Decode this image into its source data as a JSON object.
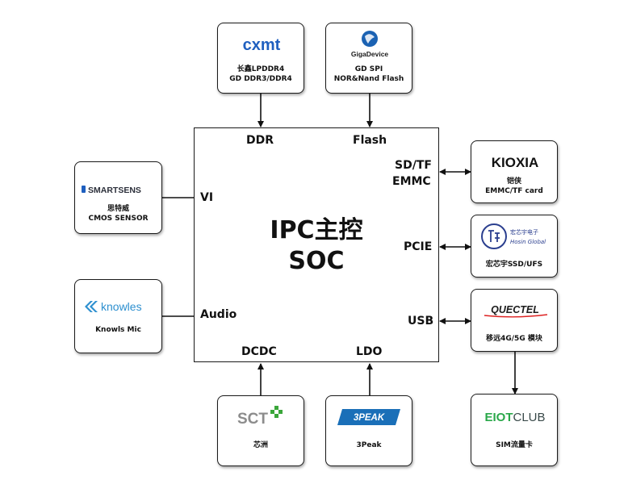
{
  "soc": {
    "title_line1": "IPC主控",
    "title_line2": "SOC"
  },
  "ports": {
    "ddr": "DDR",
    "flash": "Flash",
    "sdtf": "SD/TF",
    "emmc": "EMMC",
    "vi": "VI",
    "pcie": "PCIE",
    "audio": "Audio",
    "usb": "USB",
    "dcdc": "DCDC",
    "ldo": "LDO"
  },
  "vendors": {
    "cxmt": {
      "logo": "cxmt",
      "line1": "长鑫LPDDR4",
      "line2": "GD DDR3/DDR4"
    },
    "gigadevice": {
      "logo": "GigaDevice",
      "line1": "GD SPI",
      "line2": "NOR&Nand Flash"
    },
    "smartsens": {
      "logo": "SMARTSENS",
      "line1": "思特威",
      "line2": "CMOS SENSOR"
    },
    "knowles": {
      "logo": "knowles",
      "line1": "Knowls Mic"
    },
    "kioxia": {
      "logo": "KIOXIA",
      "line1": "铠侠",
      "line2": "EMMC/TF card"
    },
    "hosin": {
      "logo_cn": "宏芯宇电子",
      "logo_en": "Hosin Global",
      "line1": "宏芯宇SSD/UFS"
    },
    "quectel": {
      "logo": "QUECTEL",
      "line1": "移远4G/5G 模块"
    },
    "sct": {
      "logo": "SCT",
      "line1": "芯洲"
    },
    "threepeak": {
      "logo": "3PEAK",
      "line1": "3Peak"
    },
    "eiotclub": {
      "logo": "EIOTCLUB",
      "line1": "SIM流量卡"
    }
  },
  "colors": {
    "cxmt": "#1f5fbf",
    "gigadevice": "#1b62b3",
    "smartsens": "#2b2f3a",
    "knowles": "#2d8fcf",
    "kioxia": "#111111",
    "hosin": "#2b3f8f",
    "quectel": "#1c1c1c",
    "sct_gray": "#8c8c8c",
    "sct_green": "#3aa63a",
    "threepeak": "#1a6fb8",
    "eiot_green": "#2aa84a",
    "eiot_dark": "#3a4a4a"
  }
}
